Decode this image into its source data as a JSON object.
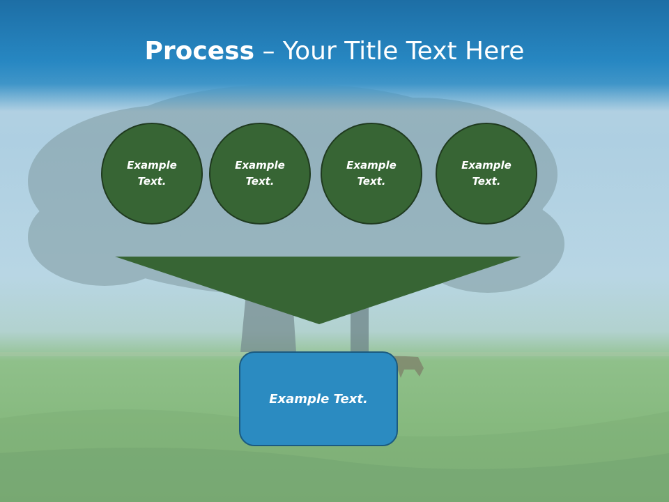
{
  "slide": {
    "title_bold": "Process",
    "title_rest": " – Your Title Text Here",
    "circles": [
      {
        "label": "Example Text."
      },
      {
        "label": "Example Text."
      },
      {
        "label": "Example Text."
      },
      {
        "label": "Example Text."
      }
    ],
    "result_box": {
      "label": "Example Text."
    }
  },
  "colors": {
    "header_blue": "#2787c2",
    "circle_green": "#376534",
    "box_blue": "#2b8bc1",
    "text_white": "#ffffff"
  }
}
